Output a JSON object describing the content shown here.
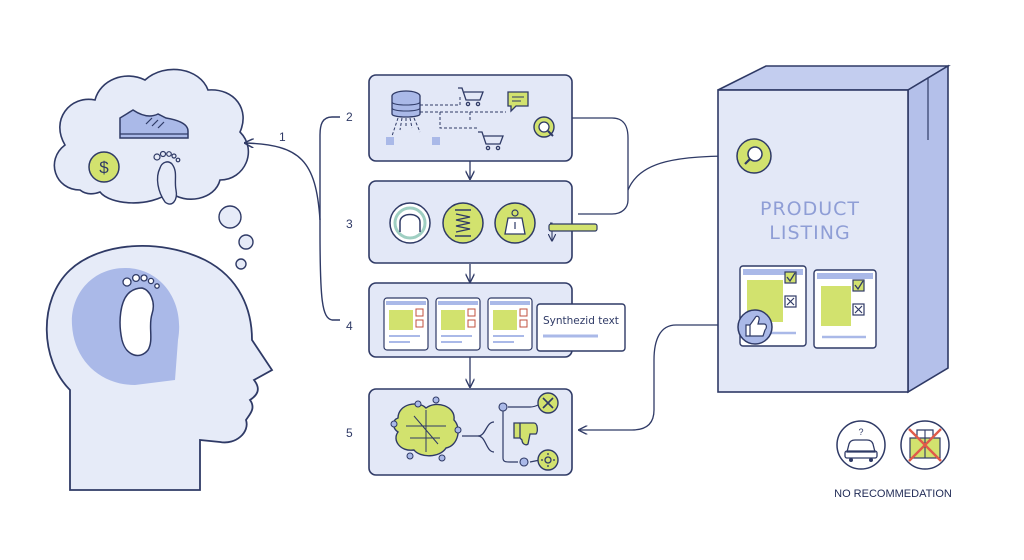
{
  "steps": {
    "s1": "1",
    "s2": "2",
    "s3": "3",
    "s4": "4",
    "s5": "5"
  },
  "product_listing": {
    "line1": "PRODUCT",
    "line2": "LISTING"
  },
  "synthesized_text": "Synthezid text",
  "no_recommendation": "NO RECOMMEDATION",
  "colors": {
    "outline": "#2f3a66",
    "panel_fill": "#e3e8f7",
    "accent": "#d2e26e",
    "blue_soft": "#aab9e8",
    "warning": "#e05a4a"
  }
}
